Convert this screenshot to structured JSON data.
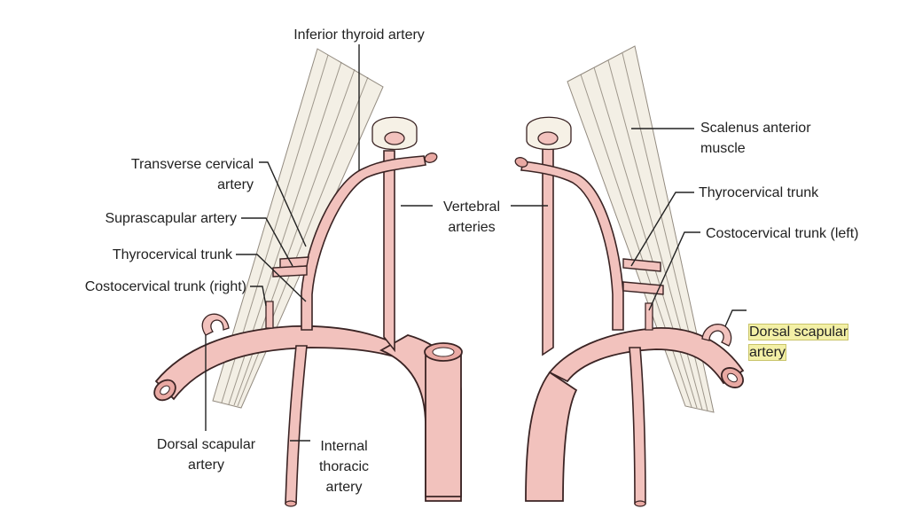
{
  "labels": {
    "inferior_thyroid_artery": "Inferior thyroid artery",
    "transverse_cervical_artery": "Transverse cervical\nartery",
    "suprascapular_artery": "Suprascapular artery",
    "thyrocervical_trunk_right": "Thyrocervical trunk",
    "costocervical_trunk_right": "Costocervical trunk (right)",
    "dorsal_scapular_artery_right": "Dorsal scapular\nartery",
    "internal_thoracic_artery": "Internal\nthoracic\nartery",
    "vertebral_arteries": "Vertebral\narteries",
    "scalenus_anterior_muscle": "Scalenus anterior\nmuscle",
    "thyrocervical_trunk_left": "Thyrocervical trunk",
    "costocervical_trunk_left": "Costocervical trunk (left)",
    "dorsal_scapular_artery_left": "Dorsal scapular\nartery"
  },
  "colors": {
    "artery_fill": "#f2c2bd",
    "artery_outline": "#3b2424",
    "muscle_fill": "#f3eee3",
    "muscle_fiber": "#8a8276",
    "leader_line": "#222222",
    "highlight": "#f3f0a6"
  }
}
